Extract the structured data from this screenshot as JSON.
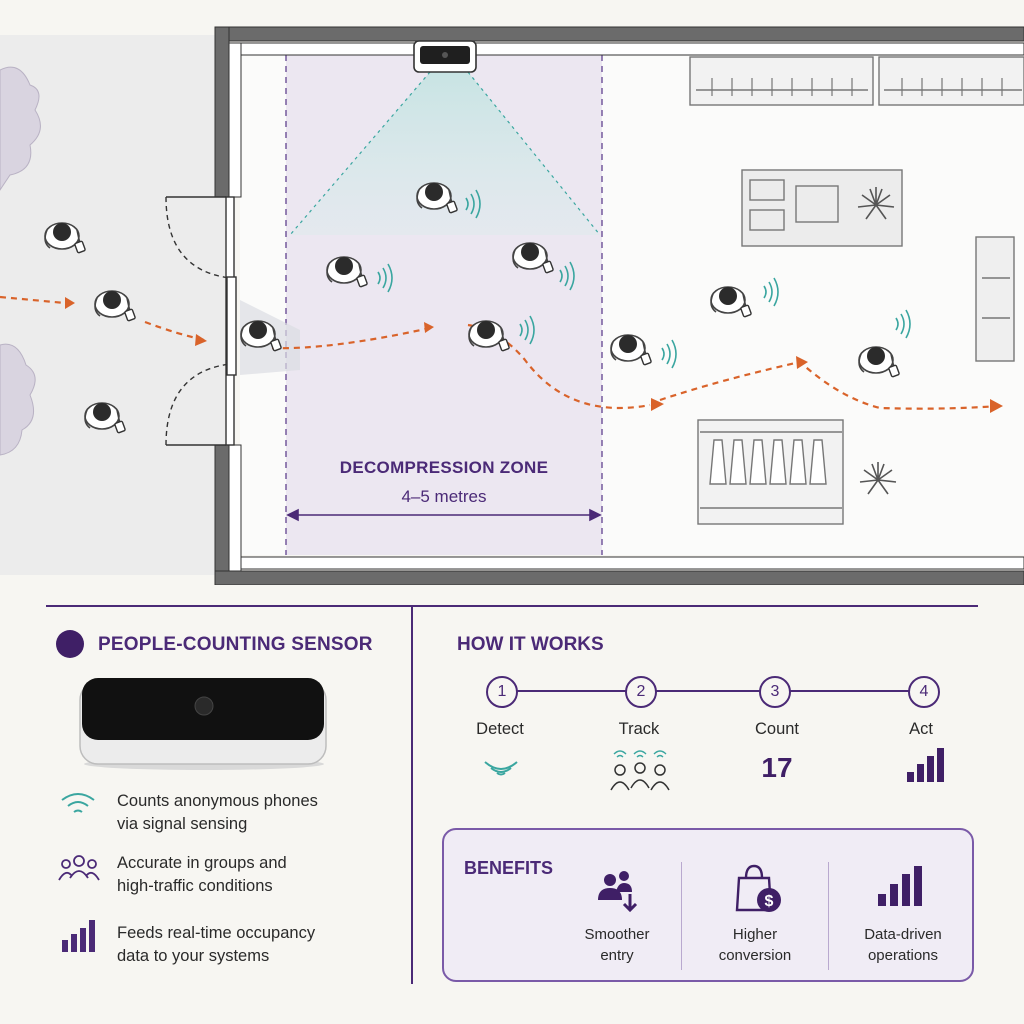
{
  "floor_plan": {
    "zone_title": "DECOMPRESSION ZONE",
    "zone_width": "4–5 metres"
  },
  "sensor_panel": {
    "title": "PEOPLE-COUNTING SENSOR",
    "features": [
      {
        "icon": "wifi-signal-icon",
        "text_line1": "Counts anonymous phones",
        "text_line2": "via signal sensing"
      },
      {
        "icon": "people-group-icon",
        "text_line1": "Accurate in groups and",
        "text_line2": "high-traffic conditions"
      },
      {
        "icon": "bar-chart-icon",
        "text_line1": "Feeds real-time occupancy",
        "text_line2": "data to your systems"
      }
    ]
  },
  "how_it_works": {
    "title": "HOW IT WORKS",
    "steps": [
      {
        "number": "1",
        "label": "Detect",
        "icon": "wifi-signal-icon"
      },
      {
        "number": "2",
        "label": "Track",
        "icon": "people-signal-icon"
      },
      {
        "number": "3",
        "label": "Count",
        "value": "17"
      },
      {
        "number": "4",
        "label": "Act",
        "icon": "bar-chart-icon"
      }
    ]
  },
  "benefits": {
    "title": "BENEFITS",
    "items": [
      {
        "icon": "people-entry-icon",
        "line1": "Smoother",
        "line2": "entry"
      },
      {
        "icon": "shopping-bag-dollar-icon",
        "line1": "Higher",
        "line2": "conversion"
      },
      {
        "icon": "bar-chart-icon",
        "line1": "Data-driven",
        "line2": "operations"
      }
    ]
  },
  "colors": {
    "accent_purple": "#4b2a77",
    "path_orange": "#d9632a",
    "signal_teal": "#3aa6a0"
  }
}
